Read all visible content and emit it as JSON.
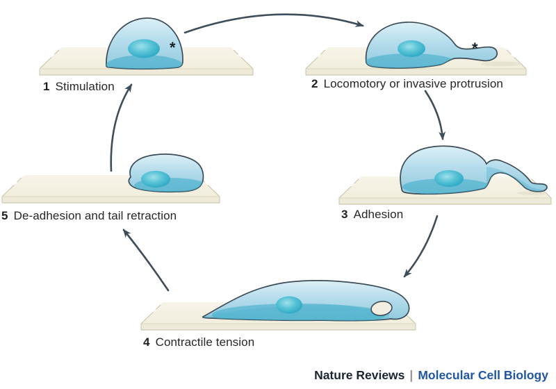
{
  "figure": {
    "title_semantic": "Cell migration cycle diagram",
    "steps": [
      {
        "number": "1",
        "label": "Stimulation",
        "marker": "*"
      },
      {
        "number": "2",
        "label": "Locomotory or invasive protrusion",
        "marker": "*"
      },
      {
        "number": "3",
        "label": "Adhesion"
      },
      {
        "number": "4",
        "label": "Contractile tension"
      },
      {
        "number": "5",
        "label": "De-adhesion and tail retraction"
      }
    ],
    "footer": {
      "journal": "Nature Reviews",
      "separator": "|",
      "publication": "Molecular Cell Biology"
    },
    "colors": {
      "background": "#ffffff",
      "arrow": "#3e4d5a",
      "cell_outline": "#3c4c57",
      "cell_light": "#d9eef5",
      "cell_mid": "#aed9e9",
      "cell_dark_band": "#45aecb",
      "nucleus_dark": "#1f9fbd",
      "nucleus_light": "#9fe0ea",
      "platform_top": "#f3f0e2",
      "platform_front": "#edead9",
      "platform_edge": "#c3bfa2",
      "footer_journal": "#1b2433",
      "footer_publication": "#1f55a2",
      "label_text": "#262626"
    }
  }
}
